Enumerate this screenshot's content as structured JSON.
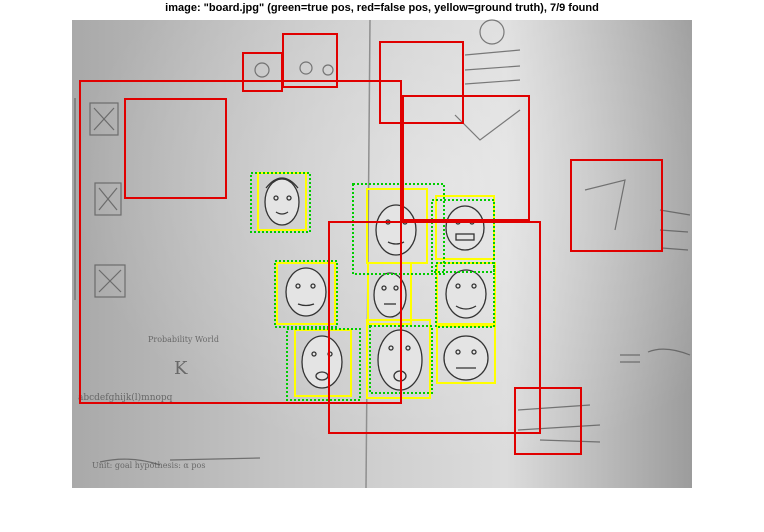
{
  "figure": {
    "title": "image: \"board.jpg\" (green=true pos, red=false pos, yellow=ground truth), 7/9 found"
  },
  "photo": {
    "description_visible_text": [
      "Probability World",
      "K",
      "abcdefghijk(l)mnopq",
      "Unit: goal hypothesis: α pos"
    ]
  },
  "legend_colors": {
    "true_pos": "#00cc00",
    "false_pos": "#e00000",
    "ground_truth": "#ffff00"
  }
}
